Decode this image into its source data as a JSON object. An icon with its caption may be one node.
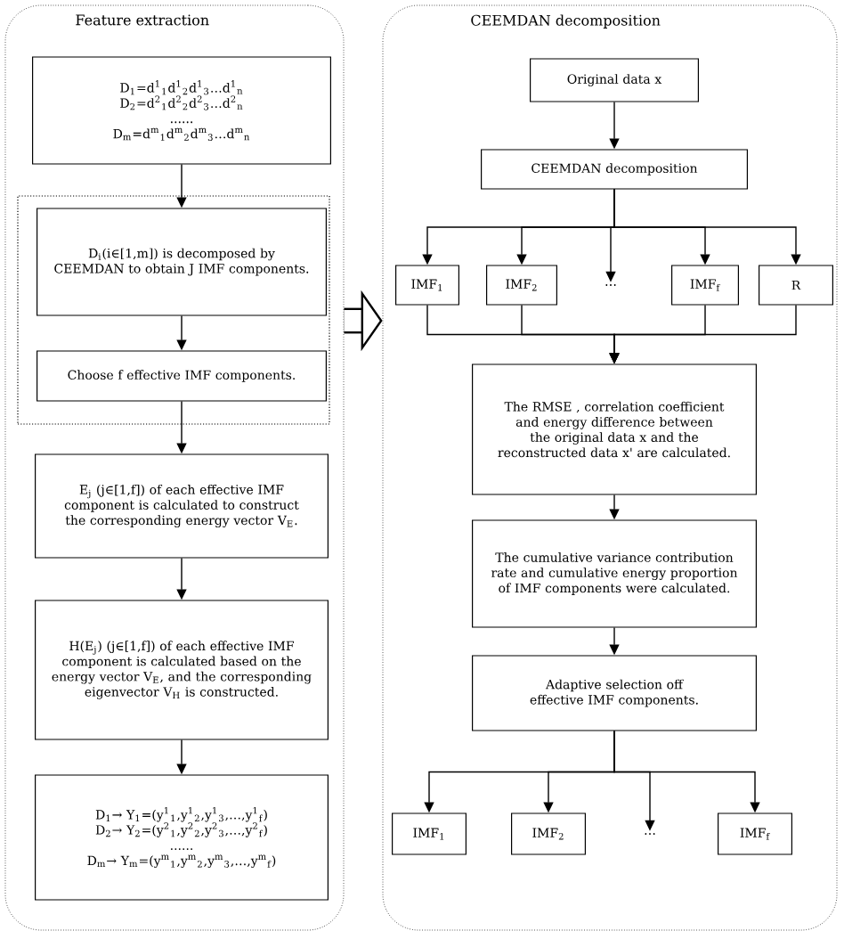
{
  "diagram": {
    "nodes": [
      {
        "text": [
          "Feature extraction"
        ]
      },
      {
        "text": [
          "D$_{1}$=d$^{1}$$_{1}$d$^{1}$$_{2}$d$^{1}$$_{3}$…d$^{1}$$_{n}$",
          "D$_{2}$=d$^{2}$$_{1}$d$^{2}$$_{2}$d$^{2}$$_{3}$…d$^{2}$$_{n}$",
          "......",
          "D$_{m}$=d$^{m}$$_{1}$d$^{m}$$_{2}$d$^{m}$$_{3}$…d$^{m}$$_{n}$"
        ],
        "in": 0
      },
      {
        "text": [],
        "shape": "box",
        "in": 0
      },
      {
        "text": [
          "D$_{i}$(i∈[1,m]) is decomposed by CEEMDAN to obtain J IMF components."
        ],
        "in": 2
      },
      {
        "text": [
          "Choose f effective IMF components."
        ],
        "in": 2
      },
      {
        "text": [
          "E$_{j}$ (j∈[1,f]) of each effective IMF component is calculated to construct the corresponding energy vector V$_{E}$."
        ],
        "in": 0
      },
      {
        "text": [
          "H(E$_{j}$) (j∈[1,f]) of each effective IMF component is calculated based on the energy vector V$_{E}$, and the corresponding eigenvector V$_{H}$ is constructed."
        ],
        "in": 0
      },
      {
        "text": [
          "D$_{1}$→ Y$_{1}$=(y$^{1}$$_{1}$,y$^{1}$$_{2}$,y$^{1}$$_{3}$,…,y$^{1}$$_{f}$)",
          "D$_{2}$→ Y$_{2}$=(y$^{2}$$_{1}$,y$^{2}$$_{2}$,y$^{2}$$_{3}$,…,y$^{2}$$_{f}$)",
          "......",
          "D$_{m}$→ Y$_{m}$=(y$^{m}$$_{1}$,y$^{m}$$_{2}$,y$^{m}$$_{3}$,…,y$^{m}$$_{f}$)"
        ],
        "in": 0
      },
      {
        "text": [
          "CEEMDAN decomposition"
        ]
      },
      {
        "text": [
          "Original data x"
        ],
        "in": 8
      },
      {
        "text": [
          "CEEMDAN decomposition"
        ],
        "in": 8
      },
      {
        "text": [
          "IMF$_{1}$"
        ],
        "in": 8
      },
      {
        "text": [
          "IMF$_{2}$"
        ],
        "in": 8
      },
      {
        "text": [
          "…"
        ],
        "in": 8
      },
      {
        "text": [
          "IMF$_{f}$"
        ],
        "in": 8
      },
      {
        "text": [
          "R"
        ],
        "in": 8
      },
      {
        "text": [
          "The RMSE , correlation coefficient and energy difference between the original data x and the reconstructed data x' are calculated."
        ],
        "in": 8
      },
      {
        "text": [
          "The cumulative variance contribution rate and cumulative energy proportion of IMF components were calculated."
        ],
        "in": 8
      },
      {
        "text": [
          "Adaptive selection off effective IMF components."
        ],
        "in": 8
      },
      {
        "text": [
          "IMF$_{1}$"
        ],
        "in": 8
      },
      {
        "text": [
          "IMF$_{2}$"
        ],
        "in": 8
      },
      {
        "text": [
          "…"
        ],
        "in": 8
      },
      {
        "text": [
          "IMF$_{f}$"
        ],
        "in": 8
      }
    ],
    "edges": [
      {
        "from": 1,
        "to": 3,
        "arrow": "to"
      },
      {
        "from": 3,
        "to": 4,
        "arrow": "to"
      },
      {
        "from": 4,
        "to": 5,
        "arrow": "to"
      },
      {
        "from": 5,
        "to": 6,
        "arrow": "to"
      },
      {
        "from": 6,
        "to": 7,
        "arrow": "to"
      },
      {
        "from": 0,
        "to": 8,
        "arrow": "to",
        "style": "thick"
      },
      {
        "from": 9,
        "to": 10,
        "arrow": "to"
      },
      {
        "from": 10,
        "to": 11,
        "arrow": "to"
      },
      {
        "from": 10,
        "to": 12,
        "arrow": "to"
      },
      {
        "from": 10,
        "to": 13,
        "arrow": "to"
      },
      {
        "from": 10,
        "to": 14,
        "arrow": "to"
      },
      {
        "from": 10,
        "to": 15,
        "arrow": "to"
      },
      {
        "from": 11,
        "to": 16,
        "arrow": "to"
      },
      {
        "from": 12,
        "to": 16,
        "arrow": "to"
      },
      {
        "from": 14,
        "to": 16,
        "arrow": "to"
      },
      {
        "from": 15,
        "to": 16,
        "arrow": "to"
      },
      {
        "from": 16,
        "to": 17,
        "arrow": "to"
      },
      {
        "from": 17,
        "to": 18,
        "arrow": "to"
      },
      {
        "from": 18,
        "to": 19,
        "arrow": "to"
      },
      {
        "from": 18,
        "to": 20,
        "arrow": "to"
      },
      {
        "from": 18,
        "to": 21,
        "arrow": "to"
      },
      {
        "from": 18,
        "to": 22,
        "arrow": "to"
      }
    ]
  }
}
